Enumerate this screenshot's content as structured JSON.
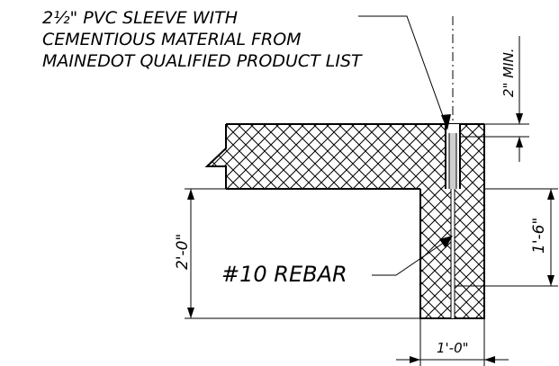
{
  "note": {
    "line1": "2½\" PVC SLEEVE WITH",
    "line2": "CEMENTIOUS MATERIAL FROM",
    "line3": "MAINEDOT QUALIFIED PRODUCT LIST"
  },
  "labels": {
    "rebar": "#10 REBAR"
  },
  "dimensions": {
    "cover": "2\" MIN.",
    "wall_height": "2'-0\"",
    "embed": "1'-6\"",
    "width": "1'-0\""
  }
}
